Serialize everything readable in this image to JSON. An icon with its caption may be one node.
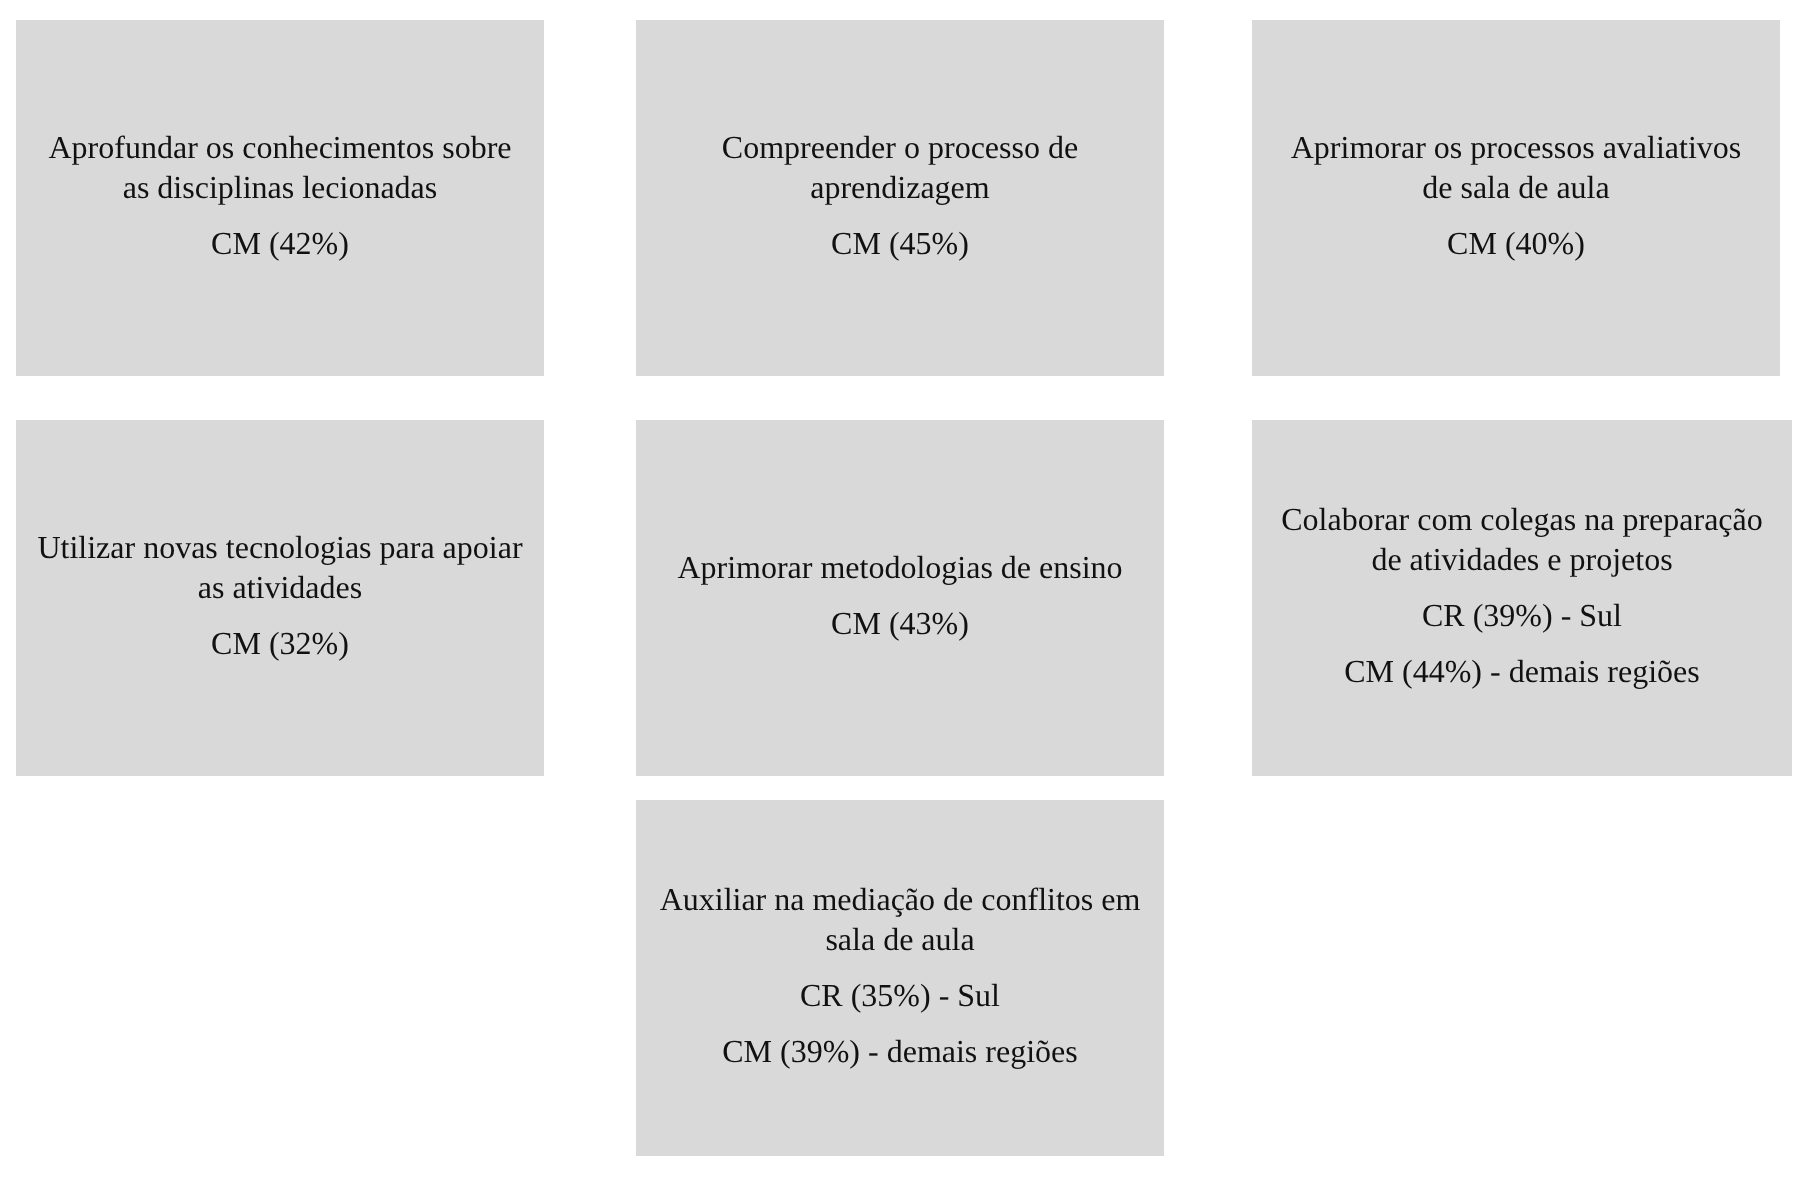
{
  "diagram": {
    "nodes": [
      {
        "text": [
          "Aprofundar os conhecimentos sobre as disciplinas lecionadas",
          "CM (42%)"
        ]
      },
      {
        "text": [
          "Compreender o processo de aprendizagem",
          "CM (45%)"
        ]
      },
      {
        "text": [
          "Aprimorar os processos avaliativos de sala de aula",
          "CM (40%)"
        ]
      },
      {
        "text": [
          "Utilizar novas tecnologias para apoiar as atividades",
          "CM (32%)"
        ]
      },
      {
        "text": [
          "Aprimorar metodologias de ensino",
          "CM (43%)"
        ]
      },
      {
        "text": [
          "Colaborar com colegas na preparação de atividades e projetos",
          "CR (39%) - Sul",
          "CM (44%) - demais regiões"
        ]
      },
      {
        "text": [
          "Auxiliar na mediação de conflitos em sala de aula",
          "CR (35%) - Sul",
          "CM (39%) - demais regiões"
        ]
      }
    ]
  }
}
